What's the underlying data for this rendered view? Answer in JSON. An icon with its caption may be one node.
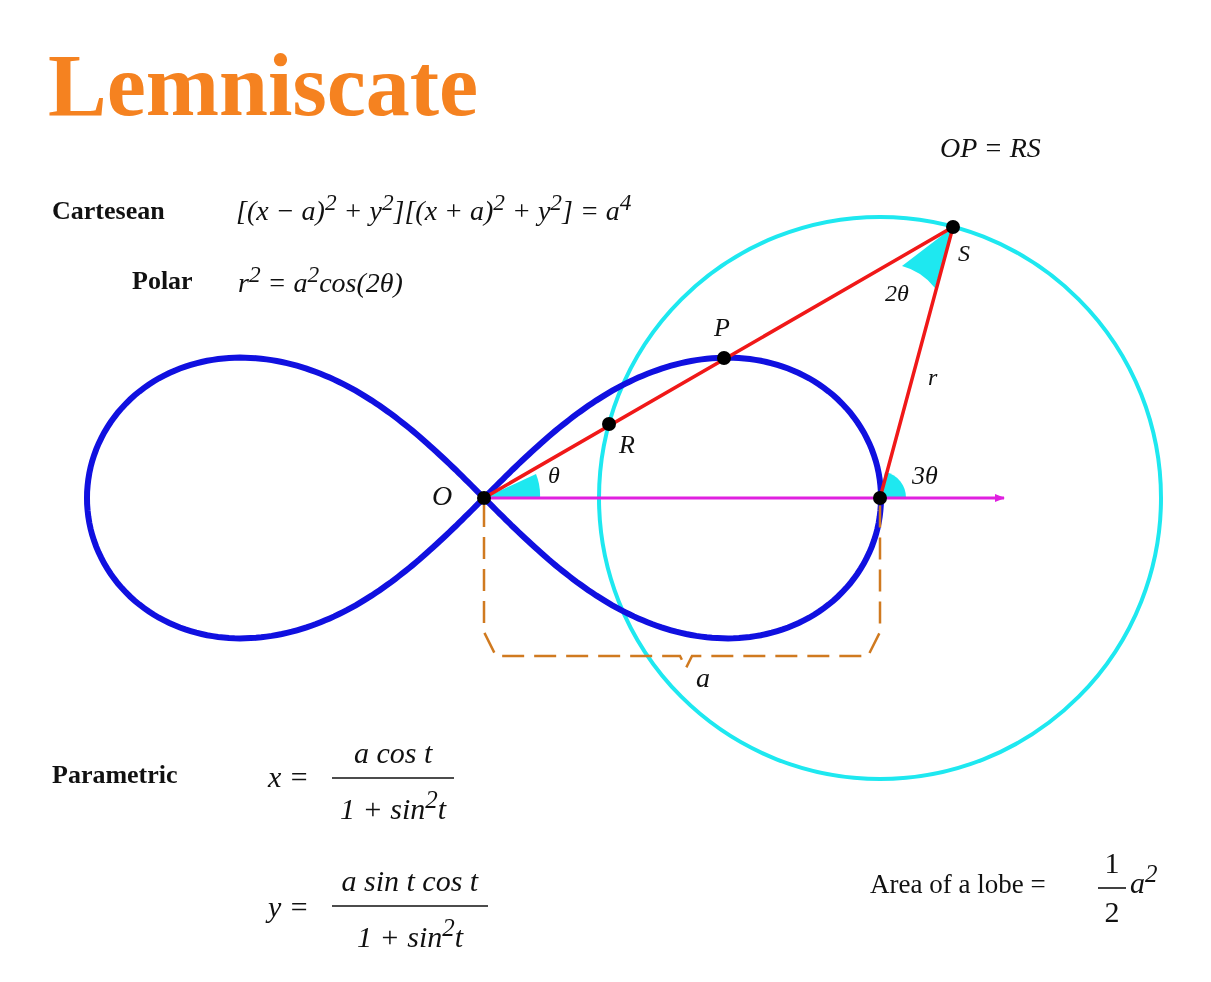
{
  "diagram": {
    "title": "Lemniscate",
    "labels": [
      "OP = RS",
      "Cartesean",
      "[(x − a)$^{2}$ + y$^{2}$][(x + a)$^{2}$ + y$^{2}$] = a$^{4}$",
      "S",
      "Polar",
      "r$^{2}$ = a$^{2}$cos(2θ)",
      "2θ",
      "P",
      "r",
      "R",
      "θ",
      "O",
      "3θ",
      "a",
      "Parametric",
      "x =",
      "a cos t",
      "1 + sin$^{2}$t",
      "Area of a lobe =",
      "1",
      "2",
      "a$^{2}$",
      "y =",
      "a sin t cos t",
      "1 + sin$^{2}$t"
    ]
  }
}
